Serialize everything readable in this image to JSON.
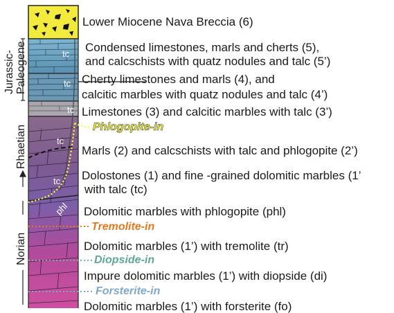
{
  "age_labels": {
    "jurassic": "Jurassic-",
    "paleogene": "Paleogene",
    "rhaetian": "Rhaetian",
    "norian": "Norian"
  },
  "column_marks": {
    "tc": "tc",
    "phl": "phl"
  },
  "units": [
    {
      "id": "u6",
      "text": "Lower Miocene Nava Breccia (6)"
    },
    {
      "id": "u5a",
      "text": "Condensed limestones, marls and cherts (5),"
    },
    {
      "id": "u5b",
      "text": "and calcschists with quatz nodules and talc (5’)"
    },
    {
      "id": "u4a",
      "text": "Cherty limestones and marls (4), and"
    },
    {
      "id": "u4b",
      "text": "calcitic marbles with quatz nodules and talc (4’)"
    },
    {
      "id": "u3",
      "text": "Limestones (3) and calcitic marbles with talc (3’)"
    },
    {
      "id": "u2",
      "text": "Marls (2) and calcschists with talc and phlogopite (2’)"
    },
    {
      "id": "u1a",
      "text": "Dolostones (1) and fine -grained dolomitic  marbles (1’"
    },
    {
      "id": "u1b",
      "text": "with talc (tc)"
    },
    {
      "id": "u1c",
      "text": "Dolomitic marbles with phlogopite (phl)"
    },
    {
      "id": "u1d",
      "text": "Dolomitic marbles (1’) with tremolite (tr)"
    },
    {
      "id": "u1e",
      "text": "Impure dolomitic marbles (1’)  with diopside (di)"
    },
    {
      "id": "u1f",
      "text": "Dolomitic marbles (1’) with forsterite (fo)"
    }
  ],
  "isograds": [
    {
      "id": "phlogopite",
      "text": "Phlogopite-in",
      "color": "#ffff33"
    },
    {
      "id": "tremolite",
      "text": "Tremolite-in",
      "color": "#e07a1f"
    },
    {
      "id": "diopside",
      "text": "Diopside-in",
      "color": "#6fb3a0"
    },
    {
      "id": "forsterite",
      "text": "Forsterite-in",
      "color": "#7fa8c9"
    }
  ],
  "colors": {
    "breccia": "#f2ea3c",
    "limestone": "#6fa6c4",
    "marl": "#8f6b8c",
    "dolostone": "#9a4f9a",
    "marble": "#c04fa0"
  }
}
